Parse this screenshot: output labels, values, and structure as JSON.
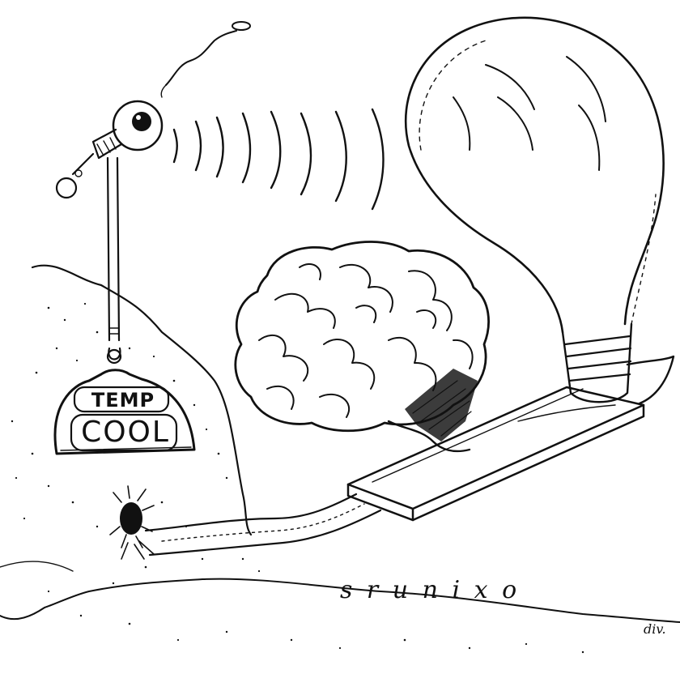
{
  "gauge": {
    "label_top": "TEMP",
    "label_bottom": "COOL"
  },
  "signature": {
    "text": "s r u n i x o",
    "suffix": "div."
  }
}
